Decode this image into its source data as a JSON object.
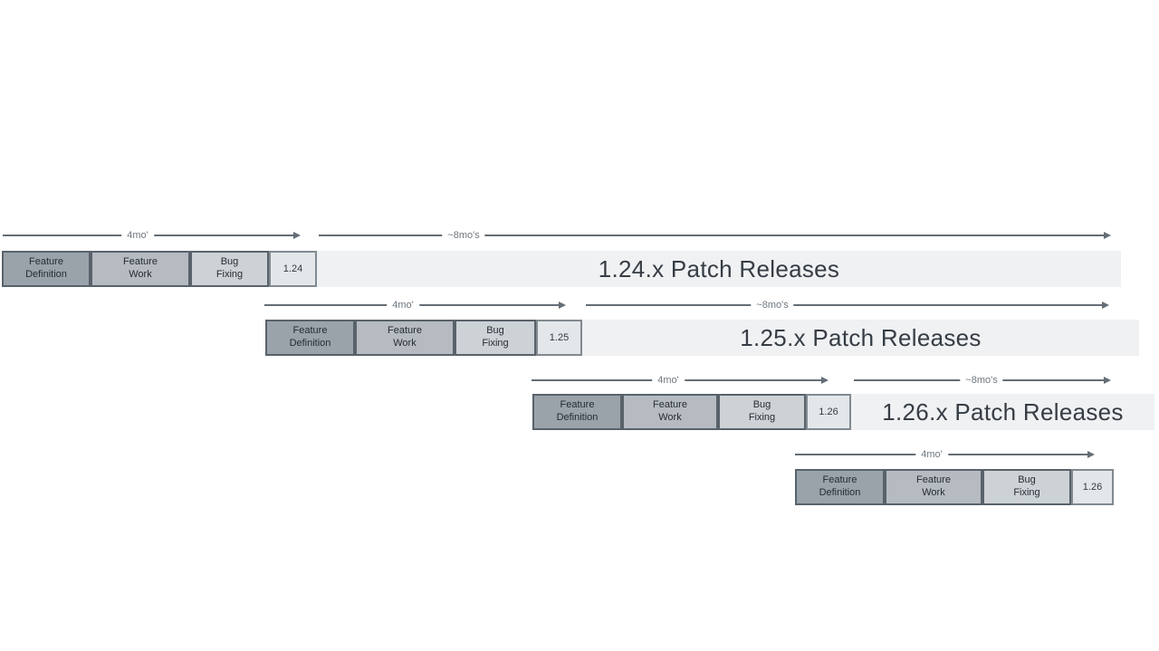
{
  "diagram": {
    "type": "release-cadence-timeline",
    "phase_labels": [
      "Feature\nDefinition",
      "Feature\nWork",
      "Bug\nFixing"
    ],
    "dev_duration_label": "4mo'",
    "patch_duration_label": "~8mo's",
    "rows": [
      {
        "version": "1.24",
        "patch_releases_label": "1.24.x Patch Releases"
      },
      {
        "version": "1.25",
        "patch_releases_label": "1.25.x Patch Releases"
      },
      {
        "version": "1.26",
        "patch_releases_label": "1.26.x Patch Releases"
      },
      {
        "version": "1.26"
      }
    ],
    "colors": {
      "background": "#ffffff",
      "feature_definition_fill": "#9aa3aa",
      "feature_work_fill": "#b5bbc1",
      "bug_fixing_fill": "#cdd2d6",
      "version_box_fill": "#e4e7e9",
      "patch_bar_fill": "#eff1f3",
      "phase_border": "#59626a",
      "version_border": "#818a91",
      "arrow": "#646d75",
      "arrow_label_text": "#6f7880",
      "patch_text": "#363d44"
    }
  }
}
